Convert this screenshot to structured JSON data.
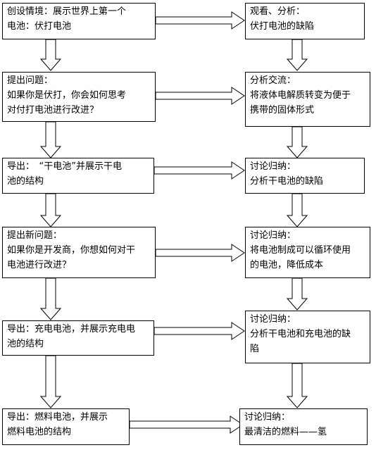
{
  "left": [
    {
      "lines": [
        "创设情境：展示世界上第一个",
        "电池：伏打电池"
      ]
    },
    {
      "lines": [
        "提出问题：",
        "如果你是伏打，你会如何思考",
        "对付打电池进行改进？"
      ]
    },
    {
      "lines": [
        "导出：　“干电池”并展示干电",
        "池的结构"
      ]
    },
    {
      "lines": [
        "提出新问题：",
        "如果你是开发商，你想如何对干",
        "电池进行改进？"
      ]
    },
    {
      "lines": [
        "导出：充电电池，并展示充电电",
        "池的结构"
      ]
    },
    {
      "lines": [
        "导出：燃料电池，并展示",
        "燃料电池的结构"
      ]
    }
  ],
  "right": [
    {
      "lines": [
        "观看、分析：",
        "伏打电池的缺陷"
      ]
    },
    {
      "lines": [
        "分析交流：",
        "将液体电解质转变为便于",
        "携带的固体形式"
      ]
    },
    {
      "lines": [
        "讨论归纳：",
        "分析干电池的缺陷"
      ]
    },
    {
      "lines": [
        "讨论归纳：",
        "将电池制成可以循环使用",
        "的电池，降低成本"
      ]
    },
    {
      "lines": [
        "讨论归纳：",
        "分析干电池和充电池的缺",
        "陷"
      ]
    },
    {
      "lines": [
        "讨论归纳：",
        "最清洁的燃料——氢"
      ]
    }
  ]
}
